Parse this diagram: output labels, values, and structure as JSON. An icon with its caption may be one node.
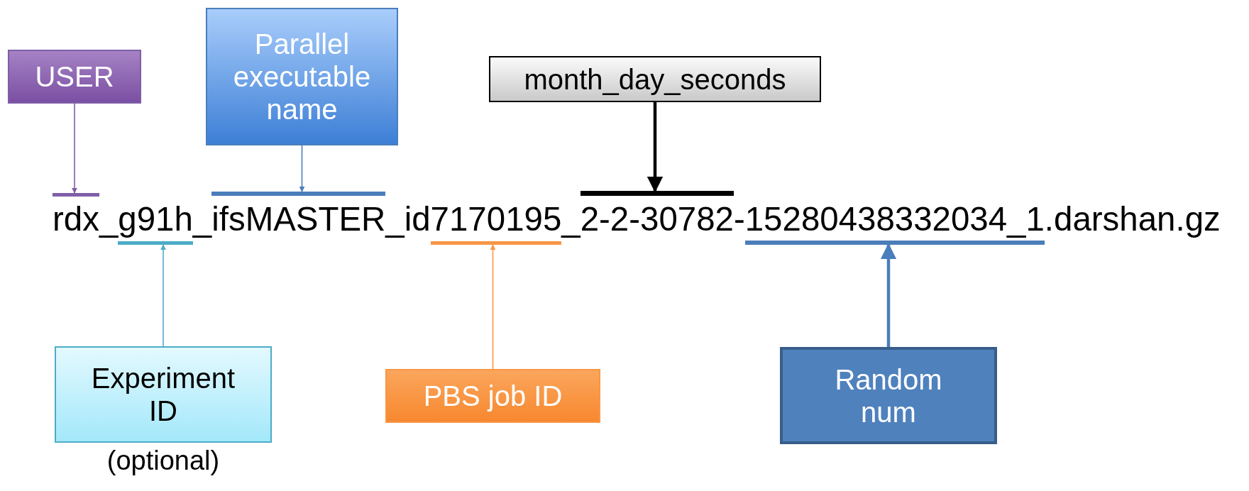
{
  "diagram": {
    "nodes": [
      {
        "text": [
          "USER"
        ]
      },
      {
        "text": [
          "Parallel executable name"
        ]
      },
      {
        "text": [
          "month_day_seconds"
        ]
      },
      {
        "text": [],
        "shape": "bar"
      },
      {
        "text": [],
        "shape": "bar"
      },
      {
        "text": [],
        "shape": "bar"
      },
      {
        "text": [],
        "shape": "bar"
      },
      {
        "text": [],
        "shape": "bar"
      },
      {
        "text": [],
        "shape": "bar"
      },
      {
        "text": [
          "Experiment ID"
        ],
        "beside": [
          "(optional)"
        ]
      },
      {
        "text": [
          "PBS job ID"
        ]
      },
      {
        "text": [
          "Random num"
        ]
      }
    ],
    "edges": [
      {
        "from": 0,
        "to": 3,
        "arrow": "to",
        "color": "#7f5fa8"
      },
      {
        "from": 1,
        "to": 4,
        "arrow": "to",
        "color": "#4a7ebb"
      },
      {
        "from": 2,
        "to": 5,
        "arrow": "to",
        "color": "#000000",
        "style": "thick"
      },
      {
        "from": 9,
        "to": 6,
        "arrow": "to",
        "color": "#4bacc6"
      },
      {
        "from": 10,
        "to": 7,
        "arrow": "to",
        "color": "#f79646"
      },
      {
        "from": 11,
        "to": 8,
        "arrow": "to",
        "color": "#4a7ebb",
        "style": "thick"
      }
    ],
    "labels": [
      "rdx_g91h_ifsMASTER_id7170195_2-2-30782-15280438332034_1.darshan.gz"
    ]
  }
}
